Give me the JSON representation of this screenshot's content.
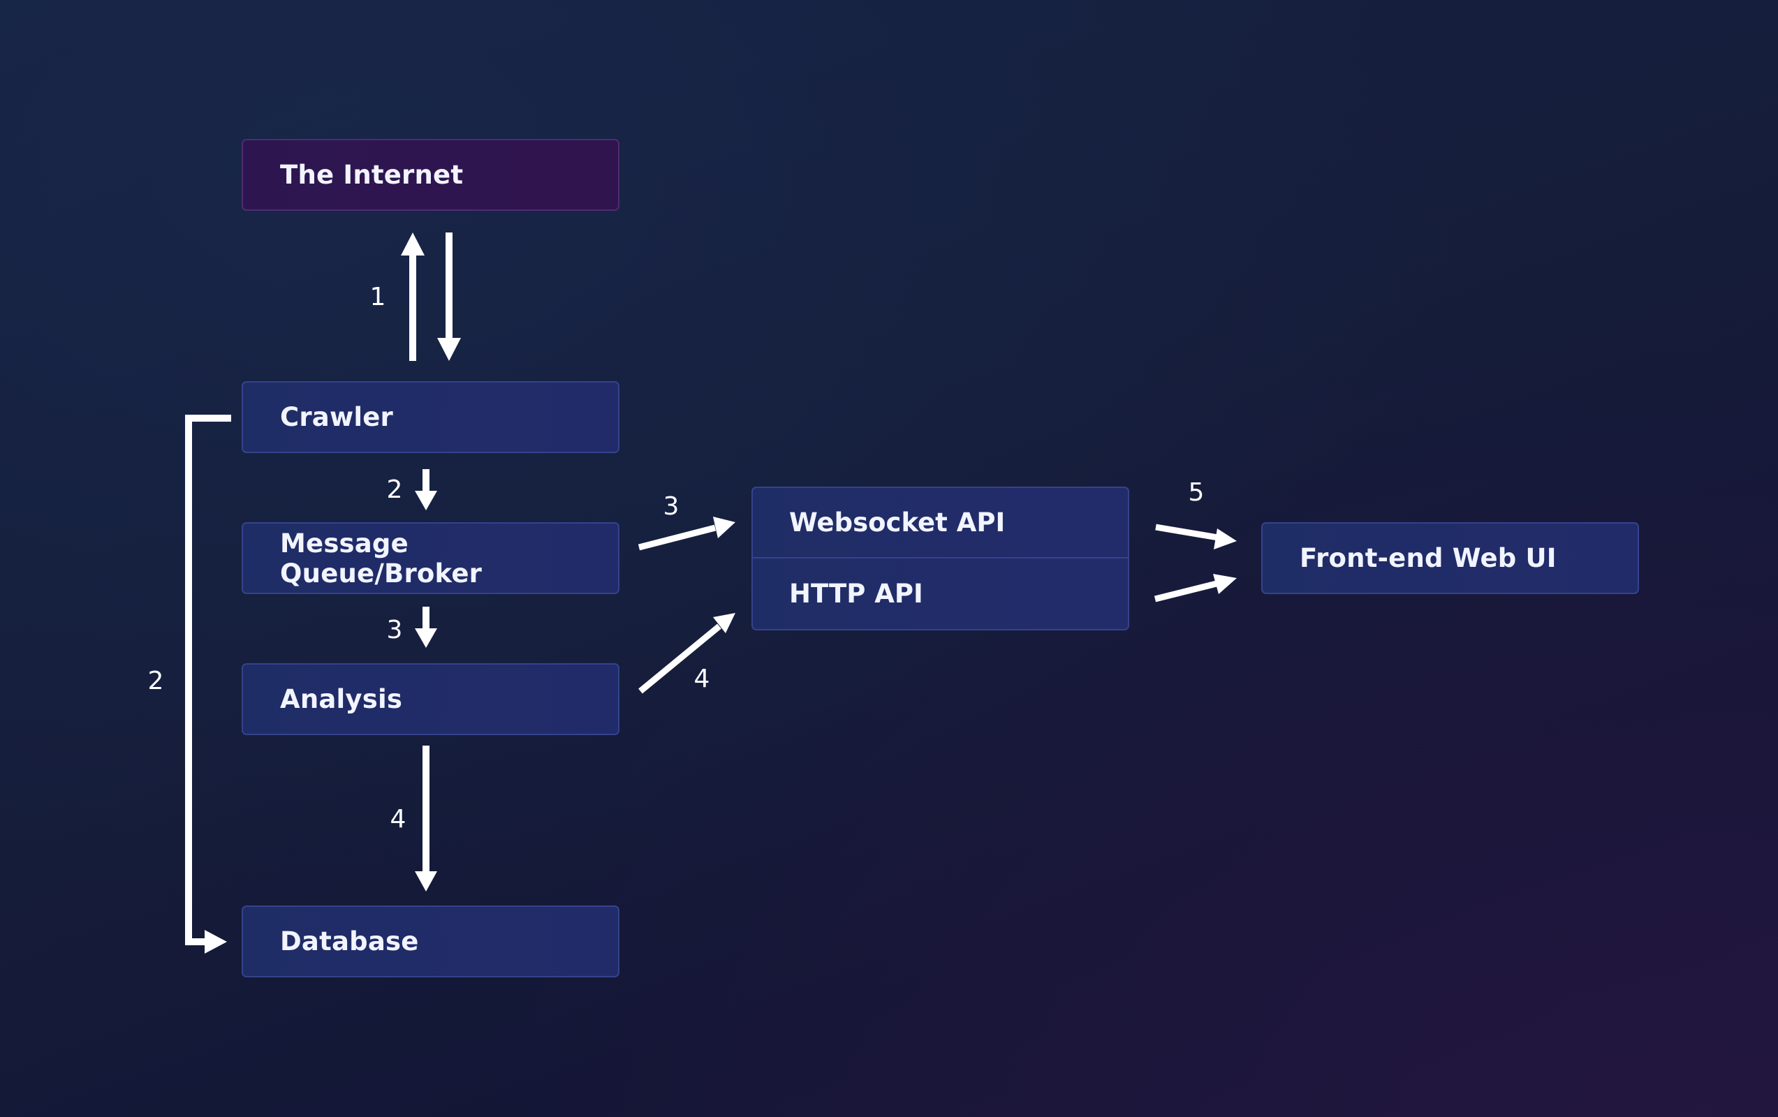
{
  "nodes": {
    "internet": "The Internet",
    "crawler": "Crawler",
    "queue": "Message Queue/Broker",
    "analysis": "Analysis",
    "database": "Database",
    "websocket_api": "Websocket API",
    "http_api": "HTTP API",
    "frontend": "Front-end Web UI"
  },
  "edges": [
    {
      "from": "crawler",
      "to": "internet",
      "label": "1"
    },
    {
      "from": "internet",
      "to": "crawler",
      "label": "1"
    },
    {
      "from": "crawler",
      "to": "queue",
      "label": "2"
    },
    {
      "from": "crawler",
      "to": "database",
      "label": "2"
    },
    {
      "from": "queue",
      "to": "analysis",
      "label": "3"
    },
    {
      "from": "queue",
      "to": "websocket_api",
      "label": "3"
    },
    {
      "from": "analysis",
      "to": "database",
      "label": "4"
    },
    {
      "from": "analysis",
      "to": "http_api",
      "label": "4"
    },
    {
      "from": "websocket_api",
      "to": "frontend",
      "label": "5"
    },
    {
      "from": "http_api",
      "to": "frontend",
      "label": "5"
    }
  ],
  "labels": {
    "internet_crawler": "1",
    "crawler_queue": "2",
    "crawler_database": "2",
    "queue_analysis": "3",
    "queue_api": "3",
    "analysis_database": "4",
    "analysis_api": "4",
    "api_frontend": "5"
  },
  "colors": {
    "background": "#151d3a",
    "box_fill": "#1f2d66",
    "internet_fill": "#2d1650",
    "box_border": "#4656aa",
    "text": "#f2f4ff",
    "arrow": "#ffffff"
  }
}
